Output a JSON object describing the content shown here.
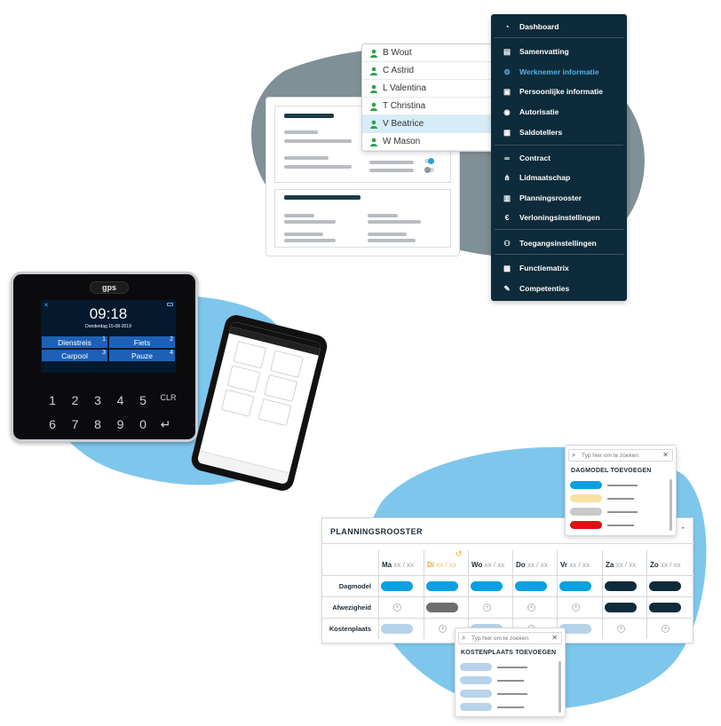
{
  "employees": [
    {
      "name": "B Wout",
      "selected": false
    },
    {
      "name": "C Astrid",
      "selected": false
    },
    {
      "name": "L Valentina",
      "selected": false
    },
    {
      "name": "T Christina",
      "selected": false
    },
    {
      "name": "V Beatrice",
      "selected": true
    },
    {
      "name": "W Mason",
      "selected": false
    }
  ],
  "menu": {
    "items": [
      {
        "label": "Dashboard",
        "icon": "gauge-icon"
      },
      {
        "label": "Samenvatting",
        "icon": "summary-icon"
      },
      {
        "label": "Werknemer informatie",
        "icon": "gear-icon",
        "active": true
      },
      {
        "label": "Persoonlijke informatie",
        "icon": "id-card-icon"
      },
      {
        "label": "Autorisatie",
        "icon": "authorization-icon"
      },
      {
        "label": "Saldotellers",
        "icon": "counter-icon"
      },
      {
        "label": "Contract",
        "icon": "handshake-icon"
      },
      {
        "label": "Lidmaatschap",
        "icon": "org-chart-icon"
      },
      {
        "label": "Planningsrooster",
        "icon": "calendar-icon"
      },
      {
        "label": "Verloningsinstellingen",
        "icon": "euro-icon"
      },
      {
        "label": "Toegangsinstellingen",
        "icon": "users-icon"
      },
      {
        "label": "Functiematrix",
        "icon": "matrix-icon"
      },
      {
        "label": "Competenties",
        "icon": "competence-icon"
      }
    ],
    "active_color": "#4fb3e8",
    "bg_color": "#0d2b3a"
  },
  "terminal": {
    "brand": "gps",
    "time": "09:18",
    "date": "Donderdag 15-08-2019",
    "buttons": [
      {
        "label": "Dienstreis",
        "num": "1"
      },
      {
        "label": "Fiets",
        "num": "2"
      },
      {
        "label": "Carpool",
        "num": "3"
      },
      {
        "label": "Pauze",
        "num": "4"
      }
    ],
    "keys": [
      "1",
      "2",
      "3",
      "4",
      "5",
      "CLR",
      "6",
      "7",
      "8",
      "9",
      "0",
      "↵"
    ],
    "button_color": "#1d61b6"
  },
  "planning": {
    "title": "PLANNINGSROOSTER",
    "days": [
      {
        "name": "Ma",
        "date": "xx / xx",
        "highlight": false
      },
      {
        "name": "Di",
        "date": "xx / xx",
        "highlight": true
      },
      {
        "name": "Wo",
        "date": "xx / xx",
        "highlight": false
      },
      {
        "name": "Do",
        "date": "xx / xx",
        "highlight": false
      },
      {
        "name": "Vr",
        "date": "xx / xx",
        "highlight": false
      },
      {
        "name": "Za",
        "date": "xx / xx",
        "highlight": false
      },
      {
        "name": "Zo",
        "date": "xx / xx",
        "highlight": false
      }
    ],
    "rows": [
      "Dagmodel",
      "Afwezigheid",
      "Kostenplaats"
    ],
    "colors": {
      "blue": "#0aa0e2",
      "dark": "#0d2b3a",
      "grey": "#6e6e6e",
      "light": "#b7d3ea",
      "highlight": "#f0a830"
    }
  },
  "dagmodel_dropdown": {
    "placeholder": "Typ hier om te zoeken",
    "title": "DAGMODEL TOEVOEGEN",
    "swatches": [
      "#0aa0e2",
      "#f7e2a1",
      "#c9c9c9",
      "#e01010"
    ]
  },
  "kostenplaats_dropdown": {
    "placeholder": "Typ hier om te zoeken",
    "title": "KOSTENPLAATS TOEVOEGEN",
    "swatches": [
      "#b7d3ea",
      "#b7d3ea",
      "#b7d3ea",
      "#b7d3ea"
    ]
  }
}
